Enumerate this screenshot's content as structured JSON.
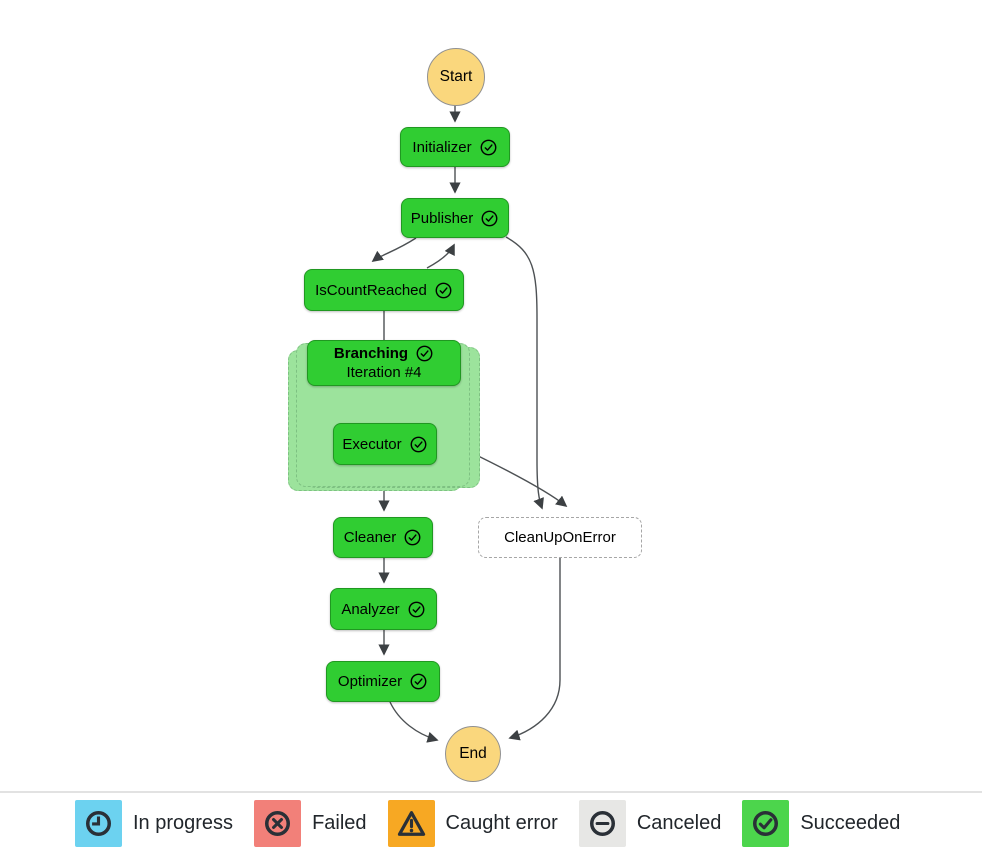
{
  "workflow": {
    "nodes": {
      "start": {
        "label": "Start"
      },
      "initializer": {
        "label": "Initializer",
        "status": "succeeded"
      },
      "publisher": {
        "label": "Publisher",
        "status": "succeeded"
      },
      "is_count_reached": {
        "label": "IsCountReached",
        "status": "succeeded"
      },
      "branching": {
        "label": "Branching",
        "iteration": "Iteration #4",
        "status": "succeeded"
      },
      "executor": {
        "label": "Executor",
        "status": "succeeded"
      },
      "cleaner": {
        "label": "Cleaner",
        "status": "succeeded"
      },
      "clean_up_on_error": {
        "label": "CleanUpOnError",
        "status": "not_started"
      },
      "analyzer": {
        "label": "Analyzer",
        "status": "succeeded"
      },
      "optimizer": {
        "label": "Optimizer",
        "status": "succeeded"
      },
      "end": {
        "label": "End"
      }
    },
    "colors": {
      "succeeded_node": "#30CD32",
      "map_container": "#9CE39C",
      "terminal_node": "#FAD77D",
      "not_started_node": "#FFFFFF",
      "edge": "#4D5154"
    }
  },
  "legend": {
    "items": [
      {
        "label": "In progress",
        "icon": "clock-icon",
        "color": "#6CD2F0"
      },
      {
        "label": "Failed",
        "icon": "x-circle-icon",
        "color": "#F28079"
      },
      {
        "label": "Caught error",
        "icon": "warning-triangle-icon",
        "color": "#F7A823"
      },
      {
        "label": "Canceled",
        "icon": "minus-circle-icon",
        "color": "#E7E7E5"
      },
      {
        "label": "Succeeded",
        "icon": "check-circle-icon",
        "color": "#4CD54C"
      }
    ]
  }
}
